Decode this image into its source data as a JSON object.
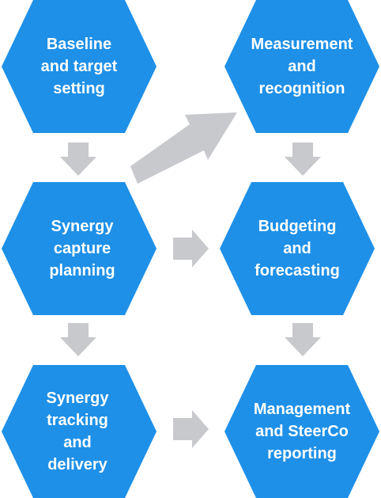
{
  "diagram": {
    "colors": {
      "hexagon_fill": "#1E90E8",
      "arrow_fill": "#C8C9CD",
      "label_text": "#FFFFFF"
    },
    "steps": [
      {
        "label": "Baseline\nand target\nsetting"
      },
      {
        "label": "Synergy\ncapture\nplanning"
      },
      {
        "label": "Synergy\ntracking\nand\ndelivery"
      },
      {
        "label": "Measurement\nand\nrecognition"
      },
      {
        "label": "Budgeting\nand\nforecasting"
      },
      {
        "label": "Management\nand SteerCo\nreporting"
      }
    ]
  }
}
